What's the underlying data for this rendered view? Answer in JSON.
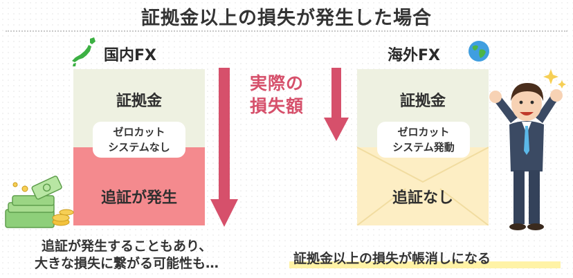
{
  "title": "証拠金以上の損失が発生した場合",
  "center_label": {
    "line1": "実際の",
    "line2": "損失額"
  },
  "domestic": {
    "label": "国内FX",
    "margin_label": "証拠金",
    "zerocut_line1": "ゼロカット",
    "zerocut_line2": "システムなし",
    "additional_label": "追証が発生",
    "caption_line1": "追証が発生することもあり、",
    "caption_line2": "大きな損失に繋がる可能性も…"
  },
  "overseas": {
    "label": "海外FX",
    "margin_label": "証拠金",
    "zerocut_line1": "ゼロカット",
    "zerocut_line2": "システム発動",
    "no_additional_label": "追証なし",
    "caption": "証拠金以上の損失が帳消しになる"
  },
  "colors": {
    "margin_fill": "#eef1e1",
    "loss_red": "#f48a8e",
    "envelope": "#fdeec4",
    "arrow": "#d6506b"
  }
}
